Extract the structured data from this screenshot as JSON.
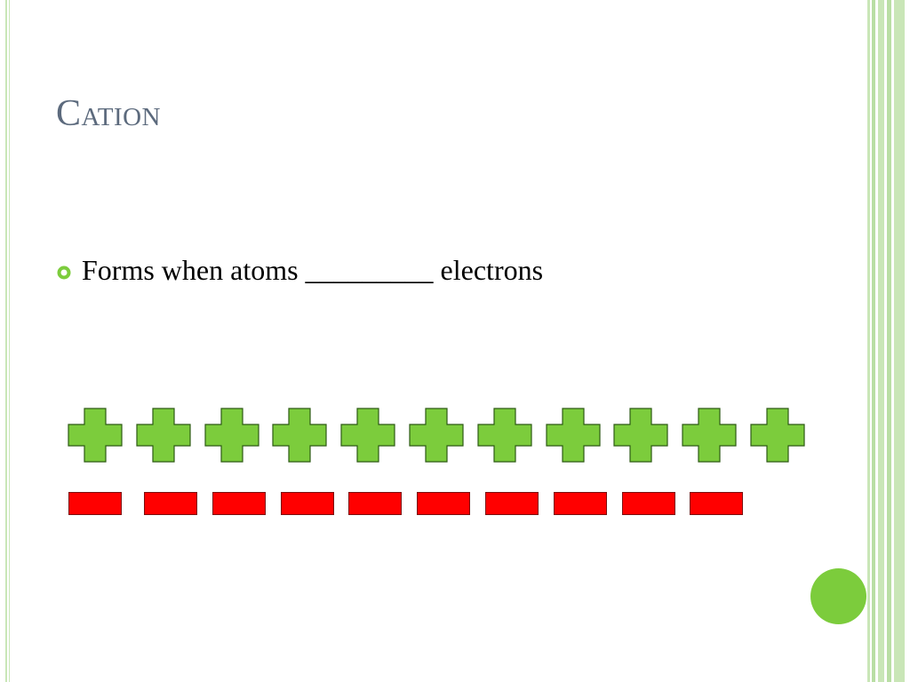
{
  "slide": {
    "title": "Cation",
    "bullet": {
      "text": "Forms when atoms _________ electrons"
    },
    "positive_charges": {
      "count": 11,
      "color": "#7ccc3c",
      "icon": "plus-icon"
    },
    "negative_charges": {
      "count": 10,
      "color": "#ff0000",
      "icon": "minus-icon"
    },
    "theme_colors": {
      "title": "#5c6a7d",
      "accent_green": "#7ccc3c",
      "stripe_green": "#c9e6b7"
    }
  }
}
